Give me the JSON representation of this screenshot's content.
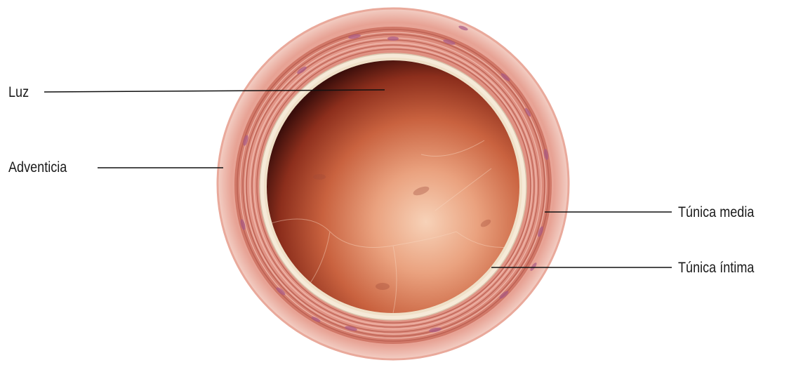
{
  "diagram": {
    "labels": {
      "luz": "Luz",
      "adventicia": "Adventicia",
      "tunica_media": "Túnica media",
      "tunica_intima": "Túnica íntima"
    }
  }
}
